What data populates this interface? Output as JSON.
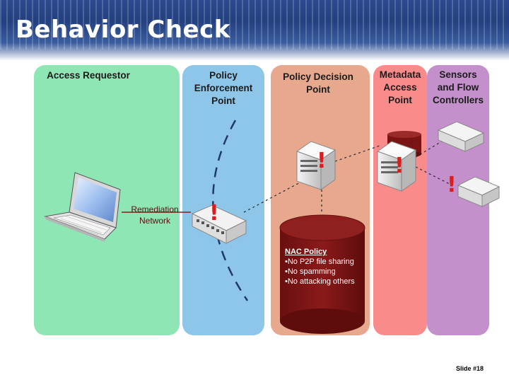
{
  "title": "Behavior Check",
  "columns": {
    "access_requestor": "Access Requestor",
    "pep": [
      "Policy",
      "Enforcement",
      "Point"
    ],
    "pdp": [
      "Policy Decision",
      "Point"
    ],
    "metadata": [
      "Metadata",
      "Access",
      "Point"
    ],
    "sensors": [
      "Sensors",
      "and Flow",
      "Controllers"
    ]
  },
  "remediation": [
    "Remediation",
    "Network"
  ],
  "nac_policy": {
    "title": "NAC Policy",
    "items": [
      "•No P2P file sharing",
      "•No spamming",
      "•No attacking others"
    ]
  },
  "alert_symbol": "!",
  "slide_number": "Slide #18",
  "colors": {
    "access_requestor": "#8ee6b4",
    "pep": "#8ec6ea",
    "pdp": "#e7a88e",
    "metadata": "#f98b8b",
    "sensors": "#c490cc",
    "database": "#7a1414",
    "alert": "#d81e1e"
  }
}
